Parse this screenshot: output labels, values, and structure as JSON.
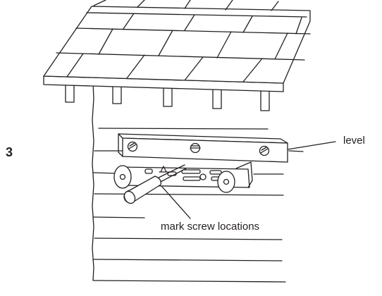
{
  "step_number": "3",
  "labels": {
    "level": "level",
    "mark_screw_locations": "mark screw locations"
  },
  "colors": {
    "ink": "#231f20",
    "background": "#ffffff"
  }
}
